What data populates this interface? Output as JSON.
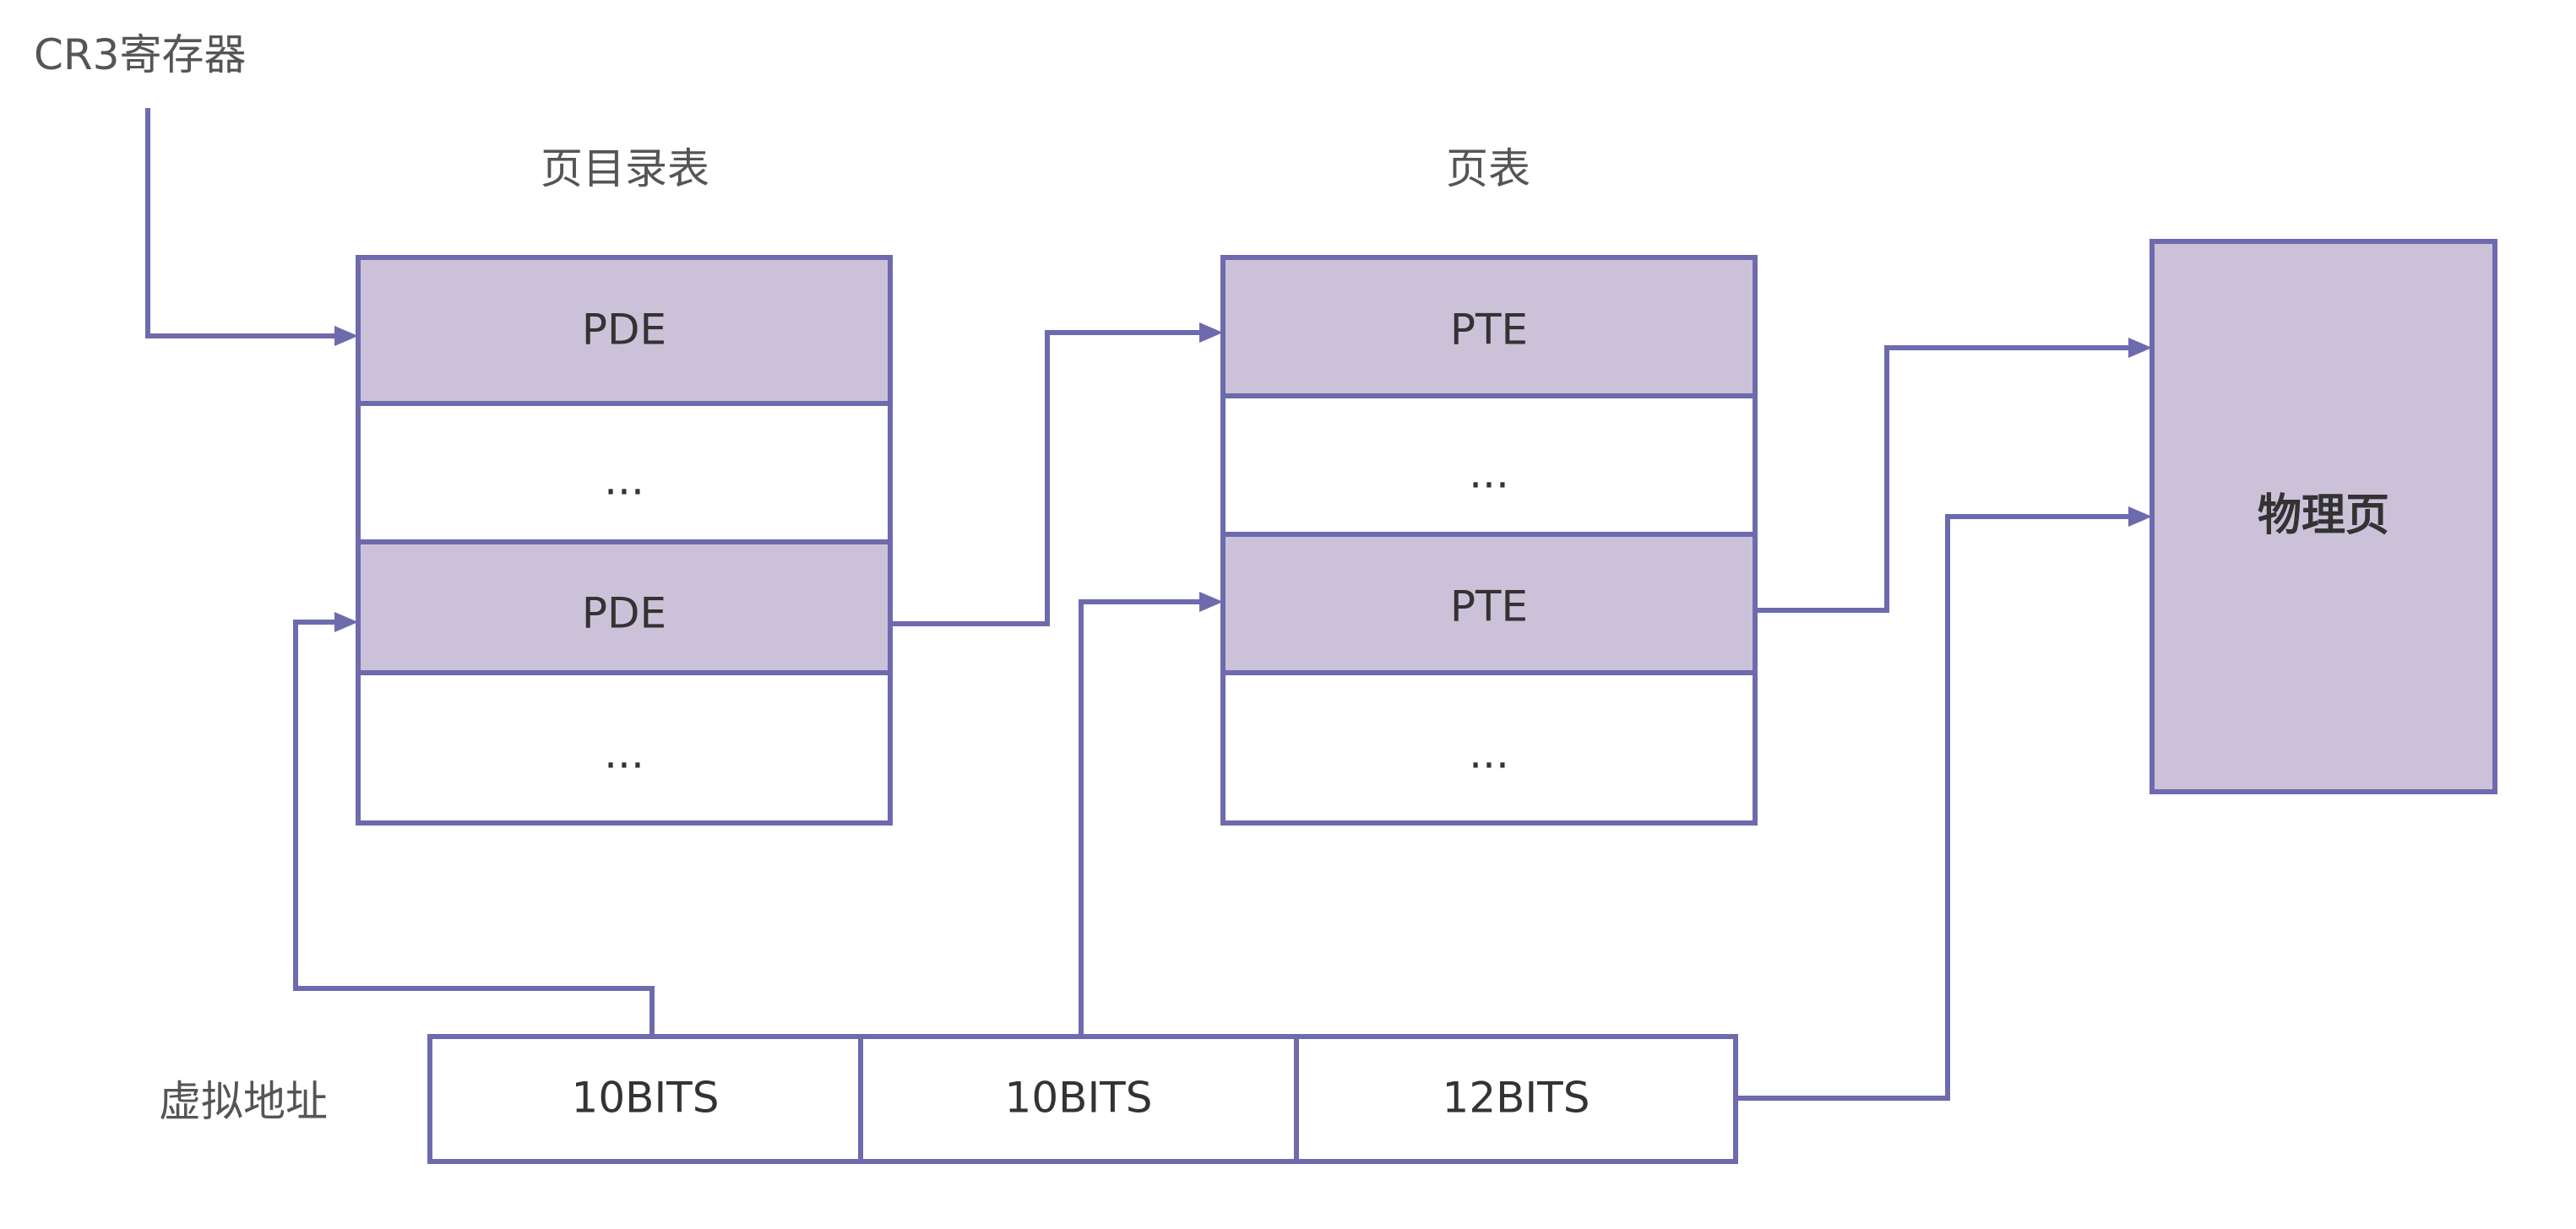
{
  "labels": {
    "cr3": "CR3寄存器",
    "page_directory": "页目录表",
    "page_table": "页表",
    "virtual_address": "虚拟地址",
    "physical_page": "物理页"
  },
  "page_directory": {
    "rows": [
      "PDE",
      "...",
      "PDE",
      "..."
    ]
  },
  "page_table": {
    "rows": [
      "PTE",
      "...",
      "PTE",
      "..."
    ]
  },
  "virtual_address": {
    "fields": [
      "10BITS",
      "10BITS",
      "12BITS"
    ]
  },
  "colors": {
    "stroke": "#6e6aae",
    "fill": "#cbc2d9",
    "label_text": "#555555"
  }
}
